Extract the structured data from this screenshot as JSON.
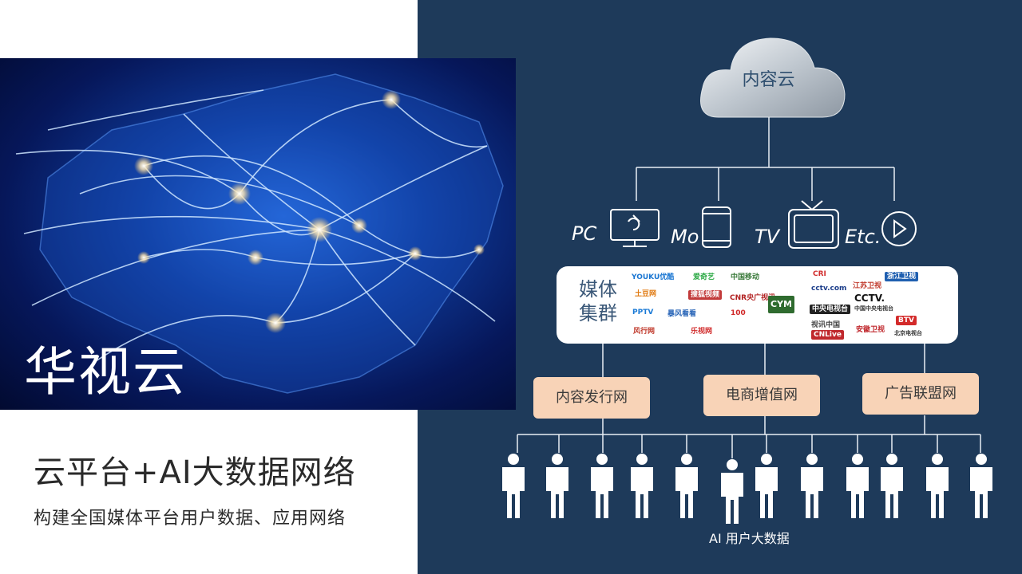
{
  "hero": {
    "title": "华视云"
  },
  "main_title": "云平台+AI大数据网络",
  "subtitle": "构建全国媒体平台用户数据、应用网络",
  "cloud": {
    "label": "内容云"
  },
  "devices": [
    {
      "label": "PC",
      "icon": "monitor-icon"
    },
    {
      "label": "Mo",
      "icon": "phone-icon"
    },
    {
      "label": "TV",
      "icon": "tv-icon"
    },
    {
      "label": "Etc.",
      "icon": "play-icon"
    }
  ],
  "media": {
    "label_line1": "媒体",
    "label_line2": "集群",
    "logos": [
      "YOUKU优酷",
      "爱奇艺",
      "中国移动",
      "CRI",
      "江苏卫视",
      "浙江卫视",
      "土豆网",
      "搜狐视频",
      "CNR央广视讯",
      "cctv.com",
      "CCTV.",
      "中国中央电视台",
      "PPTV",
      "暴风看看",
      "100",
      "CYM",
      "中央电视台",
      "BTV",
      "风行网",
      "乐视网",
      "视讯中国",
      "CNLive",
      "安徽卫视",
      "北京电视台"
    ]
  },
  "networks": [
    {
      "label": "内容发行网"
    },
    {
      "label": "电商增值网"
    },
    {
      "label": "广告联盟网"
    }
  ],
  "users_count": 12,
  "ai_label": "AI  用户大数据",
  "colors": {
    "right_bg": "#1e3a5a",
    "net_box": "#f8d3b7",
    "hero_bg": "#0f3b9a"
  }
}
